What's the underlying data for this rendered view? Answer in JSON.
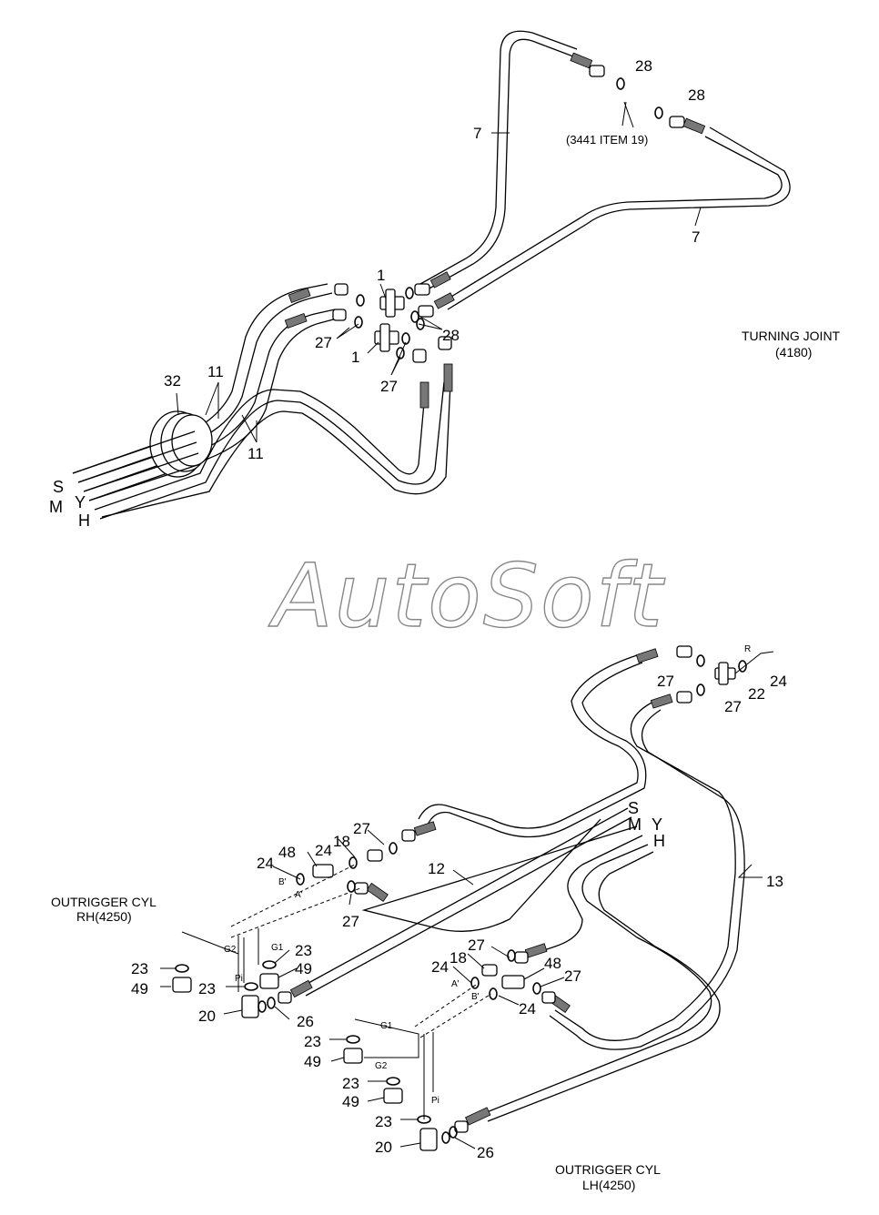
{
  "watermark": "AutoSoft",
  "notes": {
    "turning_joint_1": "TURNING JOINT",
    "turning_joint_2": "(4180)",
    "item_ref": "(3441 ITEM 19)",
    "rh_cyl_1": "OUTRIGGER CYL",
    "rh_cyl_2": "RH(4250)",
    "lh_cyl_1": "OUTRIGGER CYL",
    "lh_cyl_2": "LH(4250)"
  },
  "hose_ids": {
    "top_s": "S",
    "top_m": "M",
    "top_y": "Y",
    "top_h": "H",
    "bot_s": "S",
    "bot_m": "M",
    "bot_y": "Y",
    "bot_h": "H"
  },
  "port_labels": {
    "r": "R",
    "rh_b": "B'",
    "rh_a": "A'",
    "rh_g2": "G2",
    "rh_g1": "G1",
    "rh_pi": "Pi",
    "lh_a": "A'",
    "lh_b": "B'",
    "lh_g1": "G1",
    "lh_g2": "G2",
    "lh_pi": "Pi"
  },
  "callouts": {
    "c28a": "28",
    "c28b": "28",
    "c7a": "7",
    "c7b": "7",
    "c1a": "1",
    "c1b": "1",
    "c27a": "27",
    "c27b": "27",
    "c28c": "28",
    "c32": "32",
    "c11a": "11",
    "c11b": "11",
    "c27c": "27",
    "c22": "22",
    "c24a": "24",
    "c27d": "27",
    "c27e": "27",
    "c18a": "18",
    "c24b": "24",
    "c48a": "48",
    "c24c": "24",
    "c12": "12",
    "c27f": "27",
    "c13": "13",
    "c23a": "23",
    "c49a": "49",
    "c23b": "23",
    "c49b": "49",
    "c23c": "23",
    "c20a": "20",
    "c26a": "26",
    "c27g": "27",
    "c24d": "24",
    "c18b": "18",
    "c48b": "48",
    "c27h": "27",
    "c24e": "24",
    "c23d": "23",
    "c49c": "49",
    "c23e": "23",
    "c49d": "49",
    "c23f": "23",
    "c20b": "20",
    "c26b": "26"
  }
}
